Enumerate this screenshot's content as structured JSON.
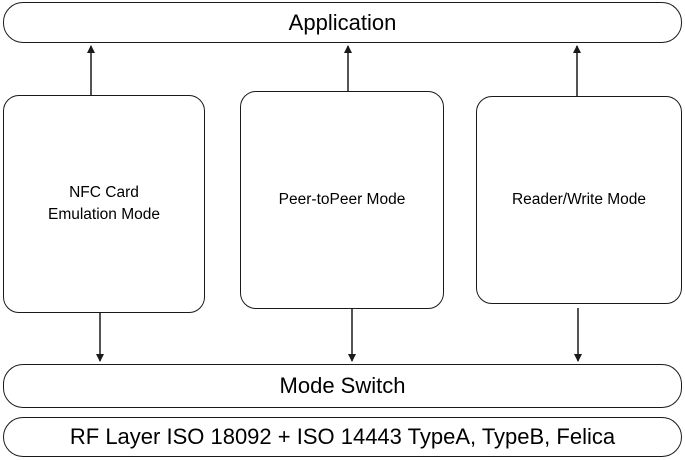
{
  "diagram": {
    "top_bar": {
      "label": "Application"
    },
    "modes": [
      {
        "lines": [
          "NFC Card",
          "Emulation Mode"
        ]
      },
      {
        "lines": [
          "Peer-toPeer Mode"
        ]
      },
      {
        "lines": [
          "Reader/Write Mode"
        ]
      }
    ],
    "switch_bar": {
      "label": "Mode Switch"
    },
    "rf_bar": {
      "label": "RF Layer ISO 18092 + ISO 14443 TypeA, TypeB, Felica"
    }
  },
  "colors": {
    "stroke": "#1a1a1a",
    "background": "#ffffff",
    "text": "#000000"
  }
}
